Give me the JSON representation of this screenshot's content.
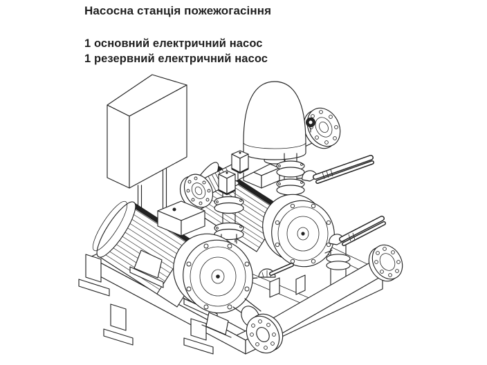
{
  "header": {
    "title": "Насосна станція пожежогасіння",
    "config_lines": [
      "1 основний електричний насос",
      "1 резервний електричний насос"
    ]
  },
  "illustration": {
    "parts": [
      "control-cabinet-icon",
      "diaphragm-pressure-tank-icon",
      "discharge-manifold-icon",
      "pressure-switch-icon",
      "pressure-gauge-icon",
      "main-pump-icon",
      "standby-pump-icon",
      "ball-valve-lever-icon",
      "suction-manifold-icon",
      "counter-flange-icon",
      "base-frame-icon"
    ]
  },
  "colors": {
    "background": "#ffffff",
    "ink": "#1f1f1f",
    "line": "#222222"
  }
}
